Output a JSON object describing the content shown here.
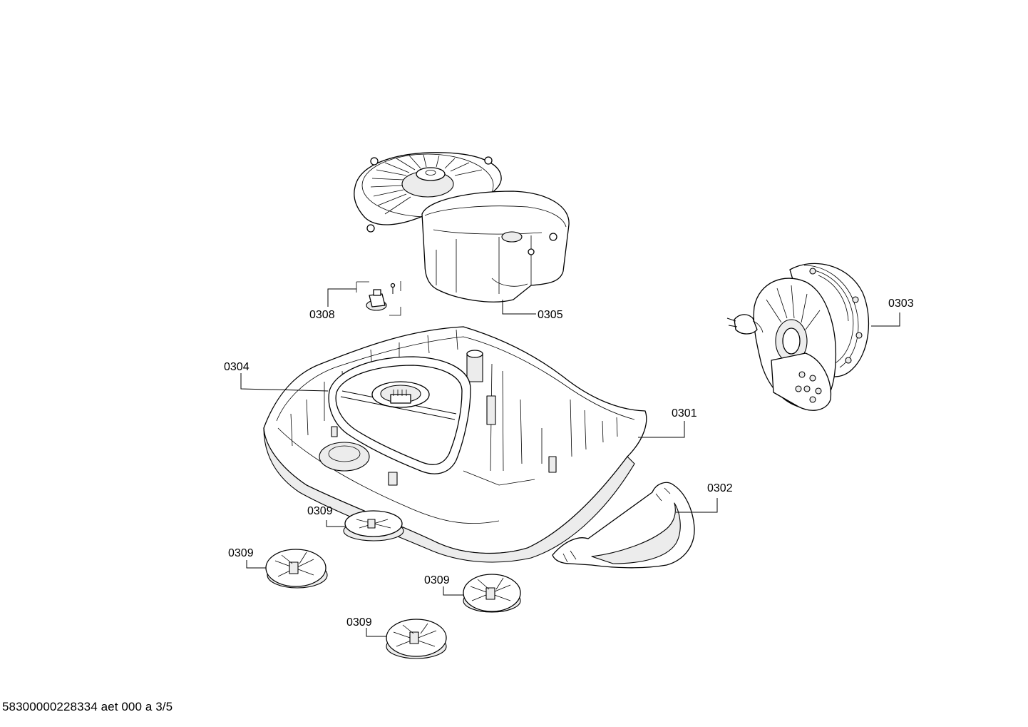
{
  "callouts": {
    "c0305": "0305",
    "c0308": "0308",
    "c0304": "0304",
    "c0301": "0301",
    "c0303": "0303",
    "c0302": "0302",
    "c0309a": "0309",
    "c0309b": "0309",
    "c0309c": "0309",
    "c0309d": "0309"
  },
  "footer": {
    "document_code": "58300000228334 aet 000 a 3/5"
  },
  "parts": [
    {
      "id": "0305",
      "icon": "motor-housing-icon"
    },
    {
      "id": "0308",
      "icon": "connector-clip-icon"
    },
    {
      "id": "0304",
      "icon": "seal-gasket-icon"
    },
    {
      "id": "0301",
      "icon": "base-housing-icon"
    },
    {
      "id": "0303",
      "icon": "cable-reel-icon"
    },
    {
      "id": "0302",
      "icon": "carry-handle-icon"
    },
    {
      "id": "0309",
      "icon": "castor-wheel-icon"
    }
  ]
}
